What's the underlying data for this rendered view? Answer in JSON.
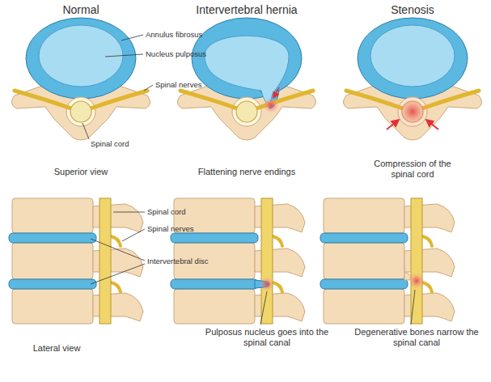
{
  "diagram": {
    "labels": [
      "Normal",
      "Intervertebral hernia",
      "Stenosis",
      "Annulus fibrosus",
      "Nucleus pulposus",
      "Spinal nerves",
      "Spinal cord",
      "Superior view",
      "Flattening nerve endings",
      "Compression of the spinal cord",
      "Spinal cord",
      "Spinal nerves",
      "Intervertebral disc",
      "Lateral view",
      "Pulposus nucleus goes into the spinal canal",
      "Degenerative bones narrow the spinal canal"
    ]
  }
}
